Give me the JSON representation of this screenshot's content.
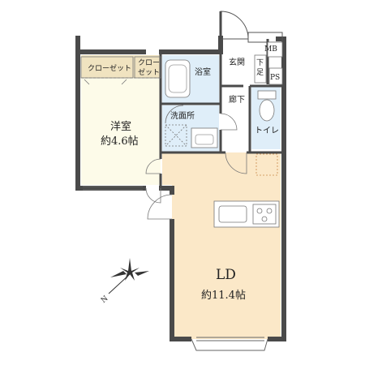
{
  "rooms": {
    "closet1": "クローゼット",
    "closet2_l1": "クロー",
    "closet2_l2": "ゼット",
    "western_name": "洋室",
    "western_size": "約4.6帖",
    "bath": "浴室",
    "washroom": "洗面所",
    "entrance": "玄関",
    "corridor": "廊下",
    "toilet": "トイレ",
    "shoebox_l1": "下",
    "shoebox_l2": "足",
    "mb": "MB",
    "ps": "PS",
    "ld_name": "LD",
    "ld_size": "約11.4帖"
  },
  "compass": {
    "label": "N"
  },
  "colors": {
    "wall": "#4a4a4a",
    "floor_western": "#fdfbe9",
    "floor_ld": "#fbe8c8",
    "floor_wet": "#dfeef9",
    "closet": "#f0e3c0",
    "floor_service": "#ffffff"
  }
}
